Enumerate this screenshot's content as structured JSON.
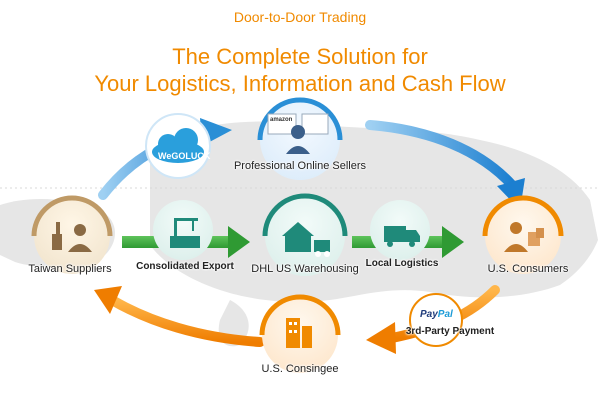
{
  "header": {
    "tagline": "Door-to-Door Trading",
    "headline_line1": "The Complete Solution for",
    "headline_line2": "Your Logistics,  Information and Cash Flow"
  },
  "nodes": {
    "taiwan_suppliers": "Taiwan Suppliers",
    "consolidated_export": "Consolidated Export",
    "dhl_warehousing": "DHL US Warehousing",
    "local_logistics": "Local Logistics",
    "us_consumers": "U.S. Consumers",
    "professional_sellers": "Professional Online Sellers",
    "us_consignee": "U.S. Consingee",
    "third_party_payment": "3rd-Party Payment"
  },
  "logos": {
    "wegoluck": "WeGOLUCK",
    "paypal_pay": "Pay",
    "paypal_pal": "Pal",
    "amazon": "amazon"
  },
  "colors": {
    "orange": "#f08a00",
    "blue": "#2a8fd6",
    "green": "#3cab3c",
    "tan": "#bf9a66",
    "teal": "#1f8a7a",
    "gray_map": "#e6e6e6"
  },
  "icons": {
    "taiwan_suppliers": "factory-worker-icon",
    "consolidated_export": "crane-container-icon",
    "dhl_warehousing": "warehouse-truck-icon",
    "local_logistics": "delivery-truck-icon",
    "us_consumers": "shopper-bags-icon",
    "professional_sellers": "seller-laptop-icon",
    "us_consignee": "building-icon",
    "third_party_payment": "paypal-icon",
    "wegoluck": "cloud-logo-icon"
  }
}
